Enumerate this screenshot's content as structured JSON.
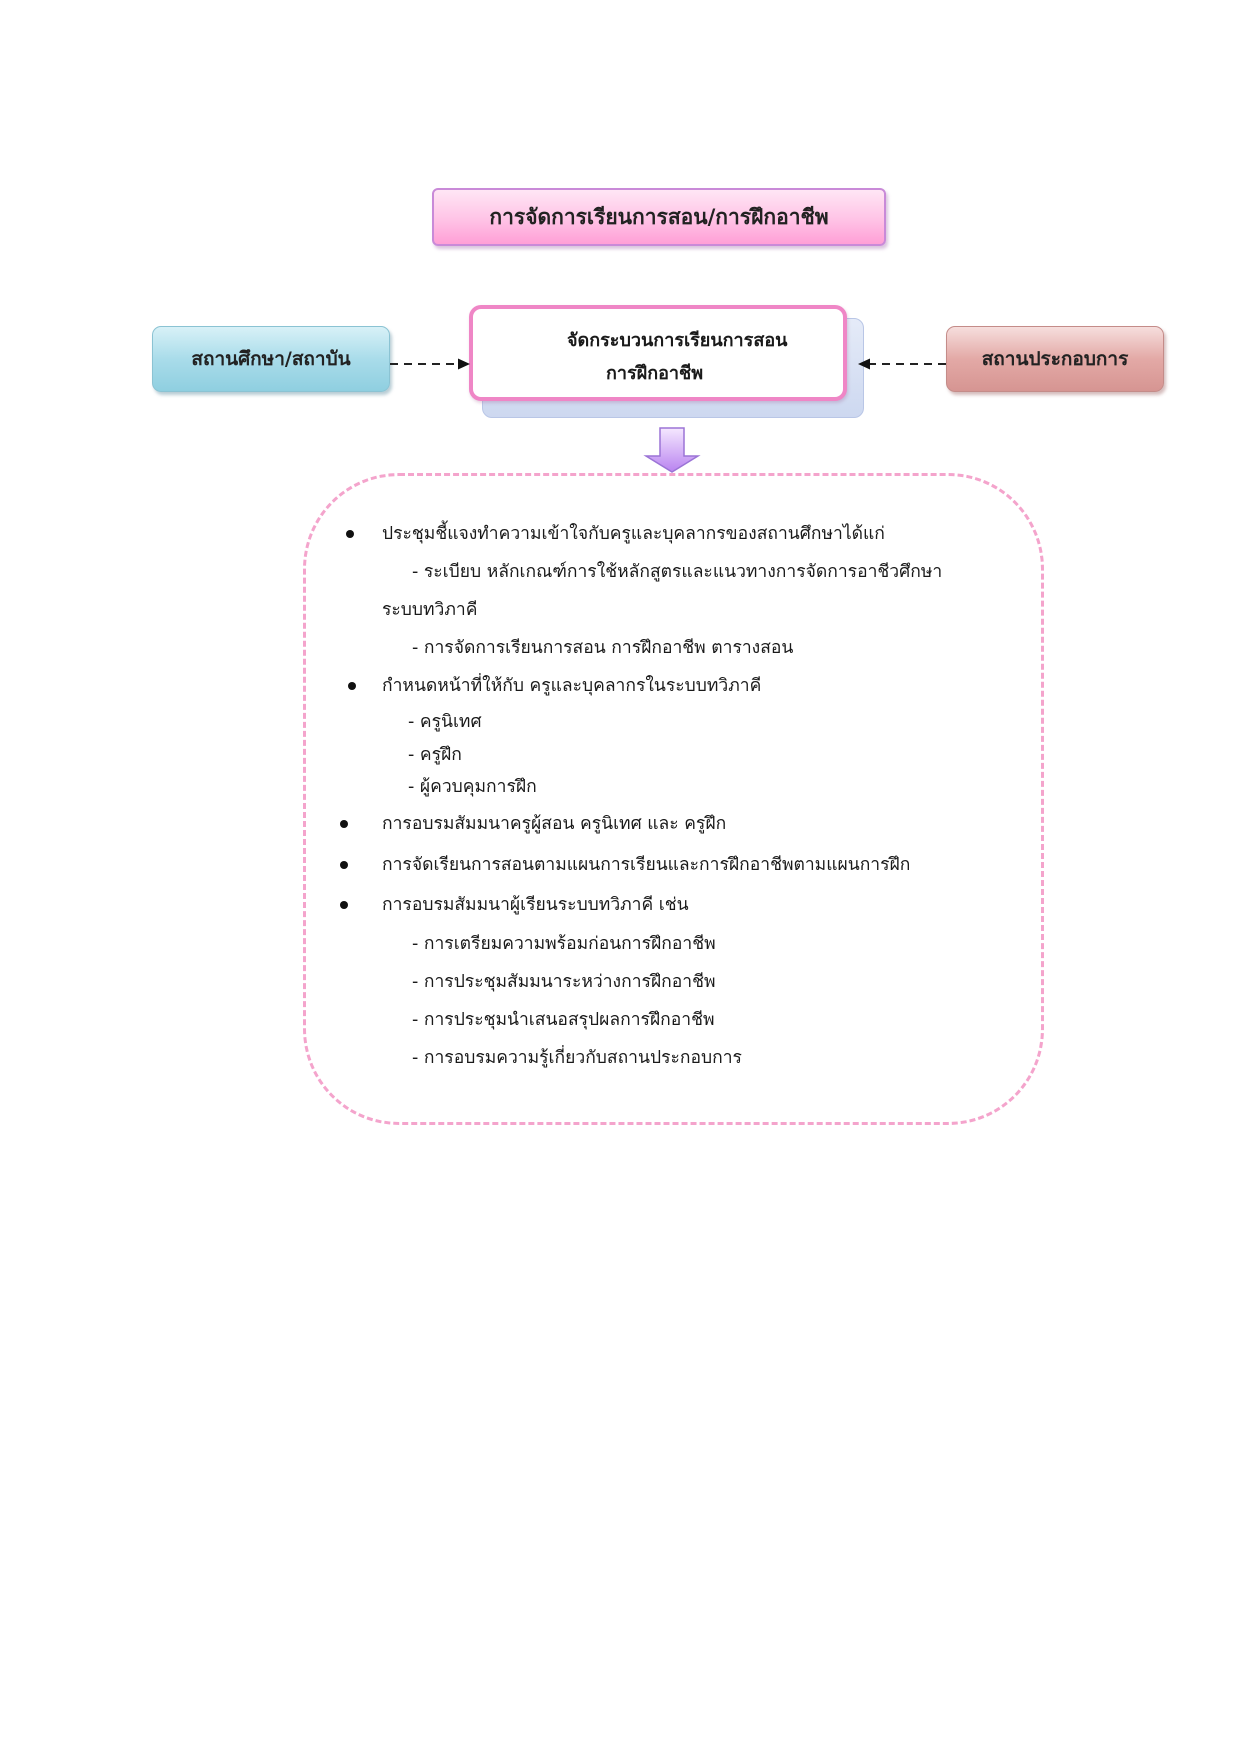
{
  "title": "การจัดการเรียนการสอน/การฝึกอาชีพ",
  "center": {
    "line1": "จัดกระบวนการเรียนการสอน",
    "line2": "การฝึกอาชีพ"
  },
  "left_box": "สถานศึกษา/สถาบัน",
  "right_box": "สถานประกอบการ",
  "colors": {
    "title_fill": "#ffb6e0",
    "center_border": "#ef86c6",
    "left_fill": "#a9dcea",
    "right_fill": "#e3a9a6",
    "dashed_border": "#f4a4cc",
    "arrow_fill": "#cc9bf5"
  },
  "icons": {
    "down_arrow": "down-arrow-icon",
    "bullet": "bullet-icon"
  },
  "content": {
    "b1": "ประชุมชี้แจงทำความเข้าใจกับครูและบุคลากรของสถานศึกษาได้แก่",
    "b1_s1a": "- ระเบียบ หลักเกณฑ์การใช้หลักสูตรและแนวทางการจัดการอาชีวศึกษา",
    "b1_s1b": "ระบบทวิภาคี",
    "b1_s2": "- การจัดการเรียนการสอน การฝึกอาชีพ ตารางสอน",
    "b2": "กำหนดหน้าที่ให้กับ ครูและบุคลากรในระบบทวิภาคี",
    "b2_s1": "- ครูนิเทศ",
    "b2_s2": "- ครูฝึก",
    "b2_s3": "- ผู้ควบคุมการฝึก",
    "b3": "การอบรมสัมมนาครูผู้สอน ครูนิเทศ และ ครูฝึก",
    "b4": "การจัดเรียนการสอนตามแผนการเรียนและการฝึกอาชีพตามแผนการฝึก",
    "b5": "การอบรมสัมมนาผู้เรียนระบบทวิภาคี เช่น",
    "b5_s1": "- การเตรียมความพร้อมก่อนการฝึกอาชีพ",
    "b5_s2": "- การประชุมสัมมนาระหว่างการฝึกอาชีพ",
    "b5_s3": "- การประชุมนำเสนอสรุปผลการฝึกอาชีพ",
    "b5_s4": "- การอบรมความรู้เกี่ยวกับสถานประกอบการ"
  }
}
